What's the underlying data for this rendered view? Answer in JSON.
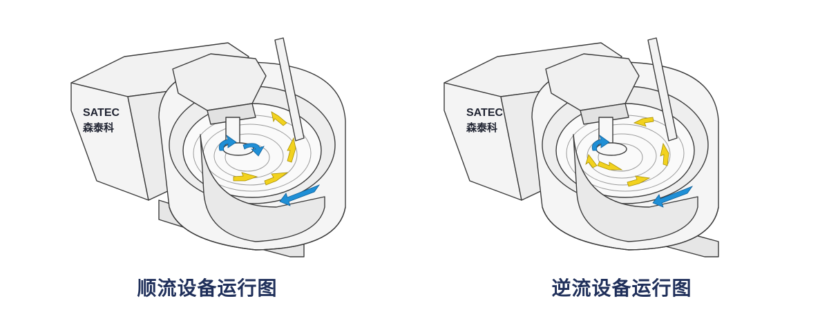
{
  "colors": {
    "flow_arrow": "#f2d21e",
    "rotation_arrow": "#1f8fd6",
    "caption": "#1f2f5a",
    "line": "#3a3a3a"
  },
  "panels": [
    {
      "brand": "SATEC",
      "brand_cn": "森泰科",
      "caption": "顺流设备运行图"
    },
    {
      "brand": "SATEC",
      "brand_cn": "森泰科",
      "caption": "逆流设备运行图"
    }
  ]
}
